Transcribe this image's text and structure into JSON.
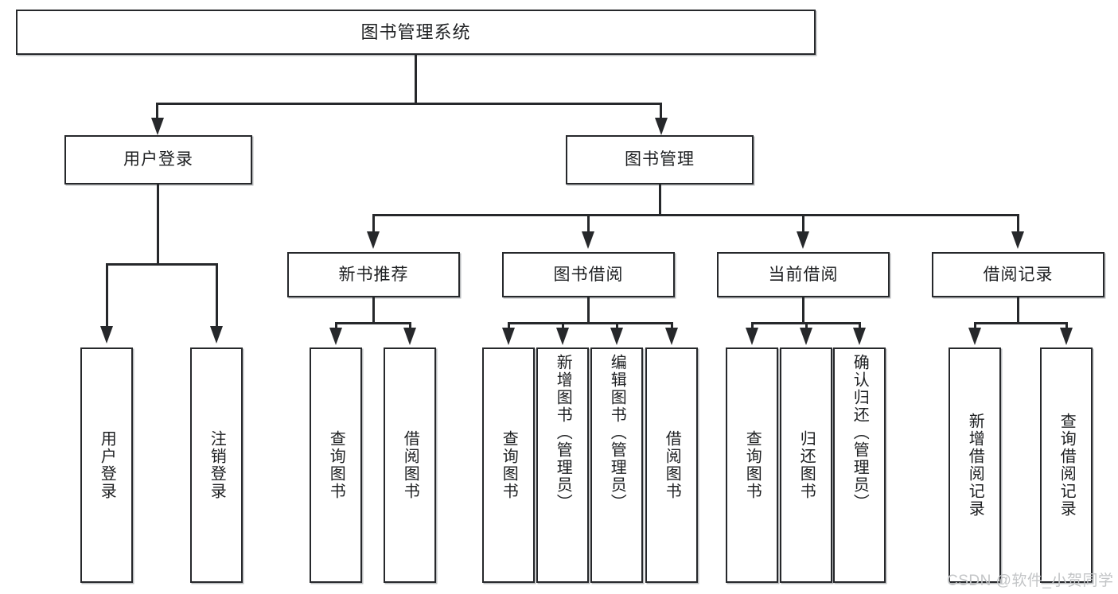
{
  "diagram": {
    "title": "图书管理系统",
    "type": "tree-hierarchy-diagram",
    "colors": {
      "box_border": "#26282b",
      "box_fill": "#ffffff",
      "connector": "#26282b",
      "shadow": "#b9bbbd",
      "watermark": "#c3c5c7",
      "background": "#ffffff"
    },
    "root": {
      "label": "图书管理系统"
    },
    "level2": [
      {
        "label": "用户登录"
      },
      {
        "label": "图书管理"
      }
    ],
    "level3": [
      {
        "label": "新书推荐"
      },
      {
        "label": "图书借阅"
      },
      {
        "label": "当前借阅"
      },
      {
        "label": "借阅记录"
      }
    ],
    "leaves": {
      "user_login": [
        {
          "label": "用户登录"
        },
        {
          "label": "注销登录"
        }
      ],
      "new_book_recommend": [
        {
          "label": "查询图书"
        },
        {
          "label": "借阅图书"
        }
      ],
      "book_borrow": [
        {
          "label": "查询图书"
        },
        {
          "label": "新增图书（管理员）"
        },
        {
          "label": "编辑图书（管理员）"
        },
        {
          "label": "借阅图书"
        }
      ],
      "current_borrow": [
        {
          "label": "查询图书"
        },
        {
          "label": "归还图书"
        },
        {
          "label": "确认归还（管理员）"
        }
      ],
      "borrow_record": [
        {
          "label": "新增借阅记录"
        },
        {
          "label": "查询借阅记录"
        }
      ]
    }
  },
  "watermark": {
    "text": "CSDN @软件_小贺同学"
  }
}
